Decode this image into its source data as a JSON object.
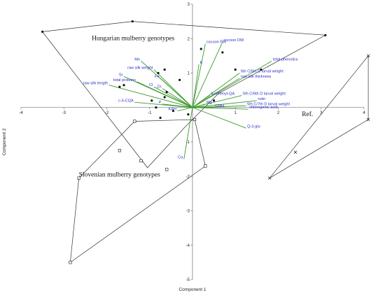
{
  "chart_data": {
    "type": "scatter",
    "title": "",
    "xlabel": "Component 1",
    "ylabel": "Component 2",
    "xlim": [
      -4,
      4
    ],
    "ylim": [
      -5,
      3
    ],
    "xticks": [
      "-4",
      "-3",
      "-2",
      "-1",
      "0",
      "1",
      "2",
      "3",
      "4"
    ],
    "yticks": [
      "-5",
      "-4",
      "-3",
      "-2",
      "-1",
      "0",
      "1",
      "2",
      "3"
    ],
    "grid": false,
    "colors": {
      "hull": "#333333",
      "loading": "#3d9a2e",
      "loading_label": "#2a2acd",
      "point": "#111111"
    },
    "groups": [
      {
        "name": "Hungarian mulberry genotypes",
        "marker": "dot",
        "points": [
          [
            -3.5,
            2.2
          ],
          [
            -1.4,
            2.5
          ],
          [
            3.1,
            2.1
          ],
          [
            -1.7,
            0.6
          ],
          [
            -1.6,
            0.65
          ],
          [
            -0.65,
            1.1
          ],
          [
            -0.8,
            1.0
          ],
          [
            -0.3,
            0.8
          ],
          [
            -0.6,
            0.45
          ],
          [
            -0.65,
            0.3
          ],
          [
            0.7,
            1.6
          ],
          [
            0.2,
            1.7
          ],
          [
            1.6,
            1.1
          ],
          [
            1.0,
            1.1
          ],
          [
            0.5,
            0.2
          ],
          [
            -0.75,
            -0.3
          ],
          [
            -0.85,
            0.0
          ],
          [
            -0.95,
            0.2
          ],
          [
            -0.1,
            -0.2
          ],
          [
            -0.45,
            -0.1
          ]
        ],
        "hull": [
          [
            -3.5,
            2.2
          ],
          [
            -1.4,
            2.5
          ],
          [
            3.1,
            2.1
          ],
          [
            0.6,
            0.4
          ],
          [
            -0.2,
            -0.6
          ],
          [
            -1.05,
            -1.75
          ],
          [
            -3.5,
            2.2
          ]
        ]
      },
      {
        "name": "Slovenian mulberry genotypes",
        "marker": "square",
        "points": [
          [
            -2.85,
            -4.5
          ],
          [
            -2.65,
            -2.05
          ],
          [
            -1.35,
            -0.4
          ],
          [
            -1.7,
            -1.25
          ],
          [
            -1.2,
            -1.55
          ],
          [
            -0.6,
            -1.8
          ],
          [
            0.05,
            -0.35
          ],
          [
            0.3,
            -1.7
          ]
        ],
        "hull": [
          [
            -2.85,
            -4.5
          ],
          [
            -2.65,
            -2.05
          ],
          [
            -1.35,
            -0.4
          ],
          [
            0.05,
            -0.35
          ],
          [
            0.3,
            -1.7
          ],
          [
            -2.85,
            -4.5
          ]
        ]
      },
      {
        "name": "Ref.",
        "marker": "x",
        "points": [
          [
            4.1,
            1.5
          ],
          [
            4.1,
            -0.35
          ],
          [
            1.8,
            -2.05
          ],
          [
            2.4,
            -1.3
          ]
        ],
        "hull": [
          [
            4.1,
            1.5
          ],
          [
            4.1,
            -0.35
          ],
          [
            1.8,
            -2.05
          ],
          [
            4.1,
            1.5
          ]
        ]
      }
    ],
    "loadings": [
      {
        "name": "Mn",
        "x": -1.2,
        "y": 1.35
      },
      {
        "name": "raw silk weight",
        "x": -0.9,
        "y": 1.1
      },
      {
        "name": "Fe",
        "x": -0.75,
        "y": 0.85
      },
      {
        "name": "Sr",
        "x": -1.6,
        "y": 0.9
      },
      {
        "name": "total proteins",
        "x": -1.3,
        "y": 0.75
      },
      {
        "name": "raw silk length",
        "x": -1.95,
        "y": 0.65
      },
      {
        "name": "Cl",
        "x": -0.9,
        "y": 0.6
      },
      {
        "name": "Zn",
        "x": -0.7,
        "y": 0.55
      },
      {
        "name": "c-5-CQA",
        "x": -1.35,
        "y": 0.15
      },
      {
        "name": "P",
        "x": -0.7,
        "y": 0.1
      },
      {
        "name": "KAH",
        "x": -0.35,
        "y": -0.1
      },
      {
        "name": "Ca",
        "x": -0.2,
        "y": -1.5
      },
      {
        "name": "cocoon FW",
        "x": 0.3,
        "y": 1.85
      },
      {
        "name": "cocoon DW",
        "x": 0.7,
        "y": 1.9
      },
      {
        "name": "K",
        "x": 0.15,
        "y": 1.25
      },
      {
        "name": "total phenolics",
        "x": 1.85,
        "y": 1.35
      },
      {
        "name": "5th C/5th D  larval weight",
        "x": 1.1,
        "y": 1.0
      },
      {
        "name": "raw silk thickness",
        "x": 1.1,
        "y": 0.85
      },
      {
        "name": "4-caffeoyl-QA",
        "x": 0.4,
        "y": 0.35
      },
      {
        "name": "5th C/6th D larval weight",
        "x": 1.15,
        "y": 0.35
      },
      {
        "name": "rutin",
        "x": 1.5,
        "y": 0.2
      },
      {
        "name": "Mg",
        "x": 0.3,
        "y": 0.1
      },
      {
        "name": "5th C/7th D larval weight",
        "x": 1.25,
        "y": 0.05
      },
      {
        "name": "GMH",
        "x": 0.5,
        "y": 0.0
      },
      {
        "name": "chlorogenic acid",
        "x": 1.3,
        "y": -0.05
      },
      {
        "name": "Q-3-glu",
        "x": 1.25,
        "y": -0.6
      }
    ]
  }
}
